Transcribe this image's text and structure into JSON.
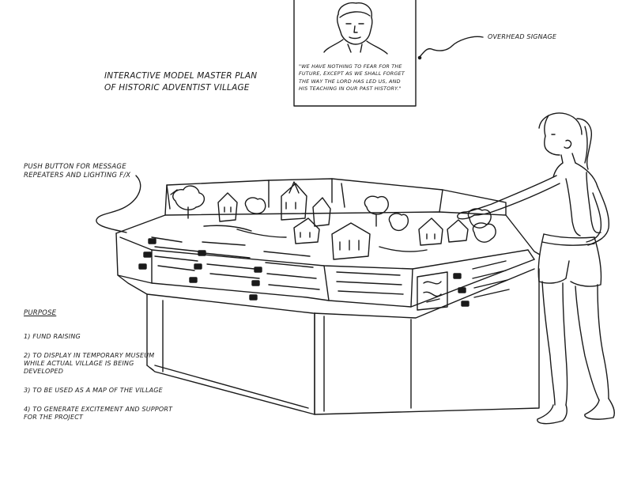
{
  "title": {
    "line1": "INTERACTIVE MODEL MASTER PLAN",
    "line2": "OF HISTORIC ADVENTIST VILLAGE"
  },
  "signage": {
    "label": "OVERHEAD SIGNAGE",
    "quote": "\"WE HAVE NOTHING TO FEAR FOR THE FUTURE, EXCEPT AS WE SHALL FORGET THE WAY THE LORD HAS LED US, AND HIS TEACHING IN OUR PAST HISTORY.\""
  },
  "push_button_label": "PUSH BUTTON FOR MESSAGE REPEATERS AND LIGHTING F/X",
  "purpose": {
    "heading": "PURPOSE",
    "items": [
      "1) FUND RAISING",
      "2) TO DISPLAY IN TEMPORARY MUSEUM WHILE ACTUAL VILLAGE IS BEING DEVELOPED",
      "3) TO BE USED AS A MAP OF THE VILLAGE",
      "4) TO GENERATE EXCITEMENT AND SUPPORT FOR THE PROJECT"
    ]
  },
  "colors": {
    "ink": "#1a1a1a",
    "paper": "#ffffff"
  }
}
